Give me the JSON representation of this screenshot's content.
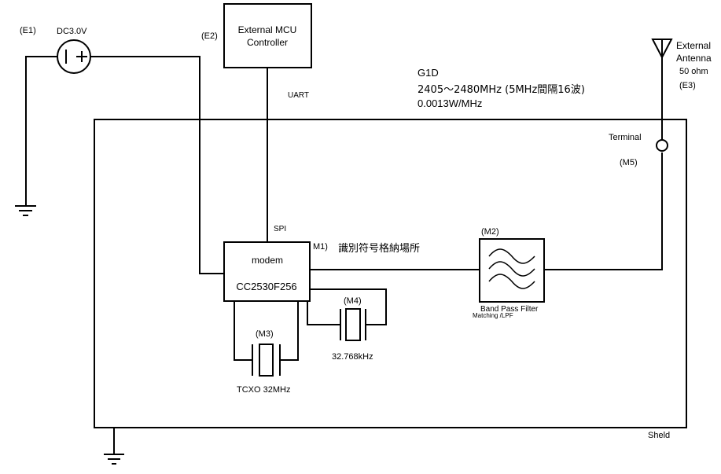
{
  "labels": {
    "e1": "(E1)",
    "dc": "DC3.0V",
    "e2": "(E2)",
    "mcu_line1": "External MCU",
    "mcu_line2": "Controller",
    "uart": "UART",
    "g1d": "G1D",
    "freq": "2405～2480MHz (5MHz間隔16波)",
    "power": "0.0013W/MHz",
    "ant_line1": "External",
    "ant_line2": "Antenna",
    "ant_line3": "50 ohm",
    "e3": "(E3)",
    "terminal": "Terminal",
    "m5": "(M5)",
    "spi": "SPI",
    "modem": "modem",
    "chip": "CC2530F256",
    "m1": "M1)",
    "id_storage": "識別符号格納場所",
    "m2": "(M2)",
    "bpf": "Band Pass Filter",
    "matching": "Matching  /LPF",
    "m4": "(M4)",
    "xtal_32k": "32.768kHz",
    "m3": "(M3)",
    "tcxo": "TCXO 32MHz",
    "shield": "Sheld"
  },
  "colors": {
    "line": "#000000",
    "background": "#ffffff"
  },
  "icons": [
    "dc-source-icon",
    "ground-icon",
    "antenna-icon",
    "terminal-icon",
    "crystal-icon",
    "filter-icon"
  ]
}
